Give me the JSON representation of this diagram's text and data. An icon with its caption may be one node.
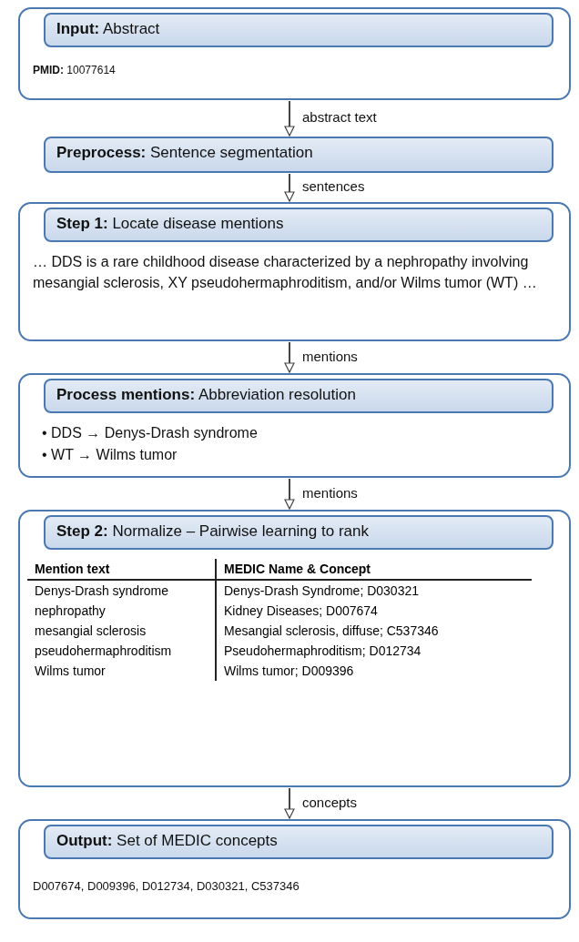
{
  "diagram": {
    "nodes": [
      {
        "text": [
          "**Input:** Abstract",
          "**PMID:** 10077614"
        ]
      },
      {
        "text": [
          "**Preprocess:** Sentence segmentation"
        ]
      },
      {
        "text": [
          "**Step 1:** Locate disease mentions",
          "… DDS is a rare childhood disease characterized by a nephropathy involving mesangial sclerosis, XY pseudohermaphroditism, and/or Wilms tumor (WT) …"
        ]
      },
      {
        "text": [
          "**Process mentions:** Abbreviation resolution",
          "• DDS → Denys-Drash syndrome",
          "• WT → Wilms tumor"
        ]
      },
      {
        "text": [
          "**Step 2:** Normalize – Pairwise  learning to rank"
        ]
      },
      {
        "text": [
          "**Output:** Set of MEDIC concepts",
          "D007674, D009396, D012734, D030321, C537346"
        ]
      }
    ],
    "edges": [
      {
        "from": 0,
        "to": 1,
        "arrow": "to",
        "label": "abstract text"
      },
      {
        "from": 1,
        "to": 2,
        "arrow": "to",
        "label": "sentences"
      },
      {
        "from": 2,
        "to": 3,
        "arrow": "to",
        "label": "mentions"
      },
      {
        "from": 3,
        "to": 4,
        "arrow": "to",
        "label": "mentions"
      },
      {
        "from": 4,
        "to": 5,
        "arrow": "to",
        "label": "concepts"
      }
    ],
    "labels": [
      "Mention text",
      "MEDIC Name & Concept",
      "Denys-Drash syndrome",
      "Denys-Drash Syndrome; D030321",
      "nephropathy",
      "Kidney Diseases; D007674",
      "mesangial sclerosis",
      "Mesangial sclerosis, diffuse; C537346",
      "pseudohermaphroditism",
      "Pseudohermaphroditism; D012734",
      "Wilms tumor",
      "Wilms tumor; D009396"
    ]
  }
}
